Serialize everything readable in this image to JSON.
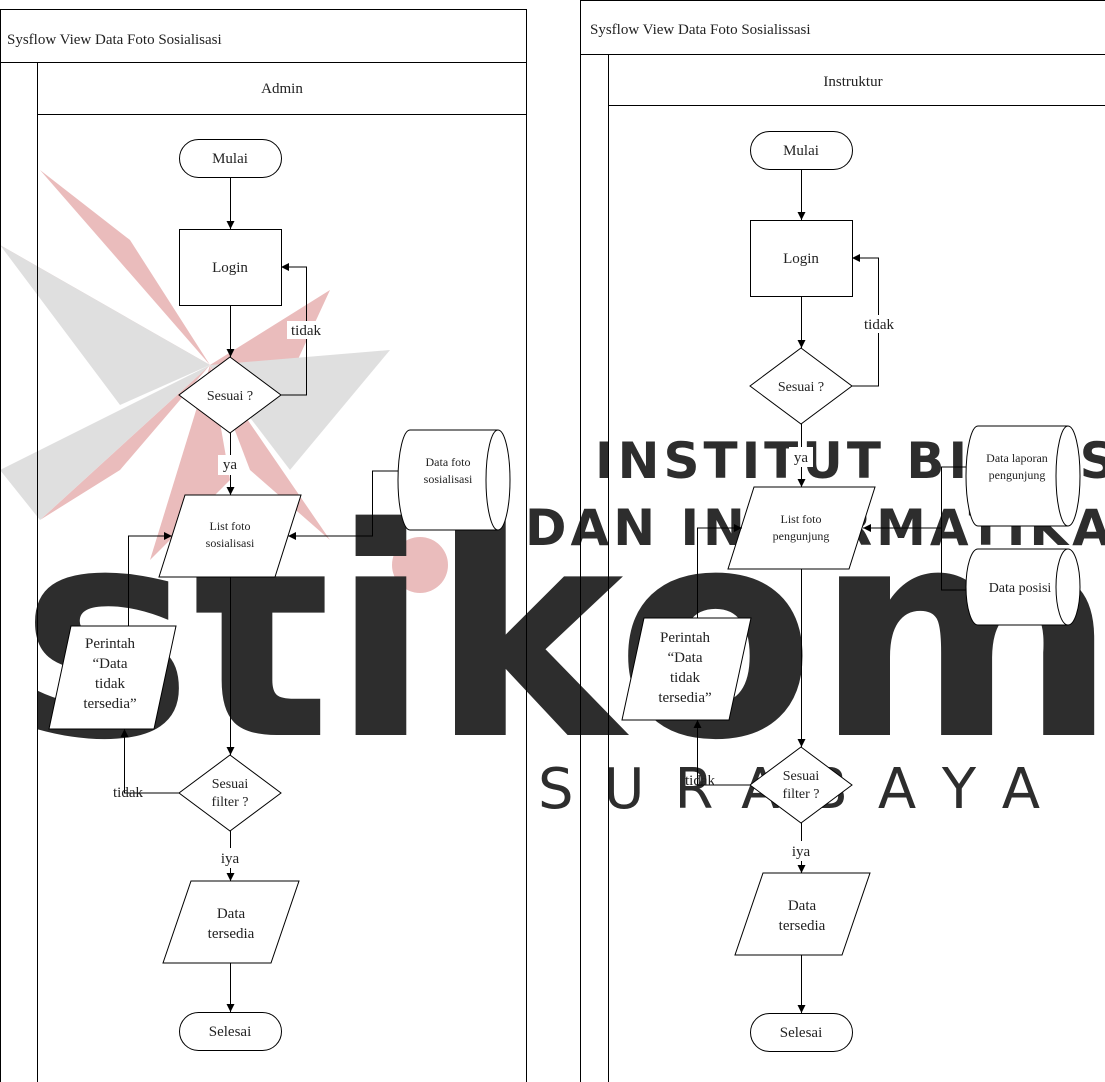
{
  "watermark": {
    "brand": "stikom",
    "line1": "INSTITUT BISNIS",
    "line2": "DAN INFORMATIKA",
    "city": "SURABAYA",
    "colors": {
      "red": "#e8b4b4",
      "gray": "#dcdcdc",
      "text_gray": "#d4d4d4"
    }
  },
  "left_panel": {
    "title": "Sysflow View Data Foto Sosialisasi",
    "lane": "Admin",
    "nodes": {
      "start": "Mulai",
      "login": "Login",
      "check_login": "Sesuai ?",
      "datastore": [
        "Data foto",
        "sosialisasi"
      ],
      "list": [
        "List foto",
        "sosialisasi"
      ],
      "message": [
        "Perintah",
        "“Data",
        "tidak",
        "tersedia”"
      ],
      "check_filter": [
        "Sesuai",
        "filter ?"
      ],
      "output": [
        "Data",
        "tersedia"
      ],
      "end": "Selesai"
    },
    "labels": {
      "no_login": "tidak",
      "yes_login": "ya",
      "no_filter": "tidak",
      "yes_filter": "iya"
    }
  },
  "right_panel": {
    "title": "Sysflow View Data Foto Sosialissasi",
    "lane": "Instruktur",
    "nodes": {
      "start": "Mulai",
      "login": "Login",
      "check_login": "Sesuai ?",
      "datastore1": [
        "Data laporan",
        "pengunjung"
      ],
      "datastore2": "Data posisi",
      "list": [
        "List foto",
        "pengunjung"
      ],
      "message": [
        "Perintah",
        "“Data",
        "tidak",
        "tersedia”"
      ],
      "check_filter": [
        "Sesuai",
        "filter ?"
      ],
      "output": [
        "Data",
        "tersedia"
      ],
      "end": "Selesai"
    },
    "labels": {
      "no_login": "tidak",
      "yes_login": "ya",
      "no_filter": "tidak",
      "yes_filter": "iya"
    }
  }
}
